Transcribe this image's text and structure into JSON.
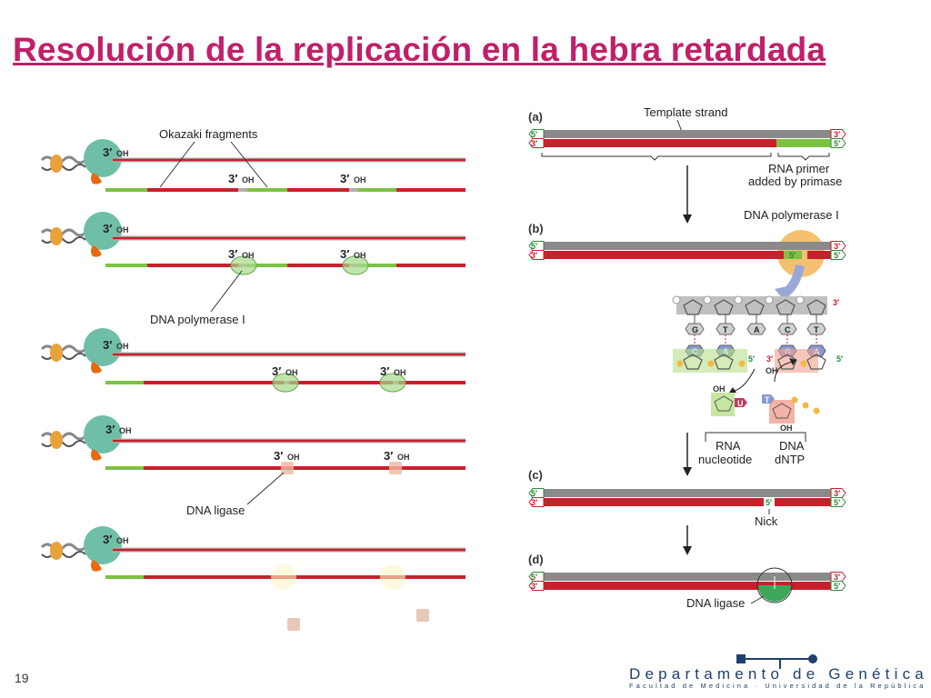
{
  "slide": {
    "title": "Resolución de la replicación en la hebra retardada",
    "number": "19"
  },
  "left_panel": {
    "okazaki_label": "Okazaki fragments",
    "polymerase_label": "DNA polymerase I",
    "ligase_label": "DNA ligase",
    "three_prime": "3′",
    "oh": "OH"
  },
  "right_panel": {
    "steps": [
      "(a)",
      "(b)",
      "(c)",
      "(d)"
    ],
    "template_strand": "Template strand",
    "rna_primer_line1": "RNA primer",
    "rna_primer_line2": "added by primase",
    "dna_polymerase": "DNA polymerase I",
    "rna_nucleotide_line1": "RNA",
    "rna_nucleotide_line2": "nucleotide",
    "dntp_line1": "DNA",
    "dntp_line2": "dNTP",
    "nick": "Nick",
    "dna_ligase": "DNA ligase",
    "five_prime": "5′",
    "three_prime": "3′",
    "oh": "OH",
    "bases_top": [
      "G",
      "T",
      "A",
      "C",
      "T"
    ],
    "bases_bottom": [
      "C",
      "A",
      "G",
      "A"
    ],
    "free_rna_base": "U",
    "free_dna_base": "T"
  },
  "footer": {
    "department": "Departamento de Genética",
    "faculty": "Facultad de Medicina · Universidad de la República"
  },
  "colors": {
    "title": "#c0206a",
    "dna_red": "#c8202c",
    "template_gray": "#8a8a8a",
    "primer_green": "#7cc242",
    "helicase_teal": "#6fbfa8",
    "primase_orange": "#e8a23a",
    "department_blue": "#1f3f6d"
  }
}
